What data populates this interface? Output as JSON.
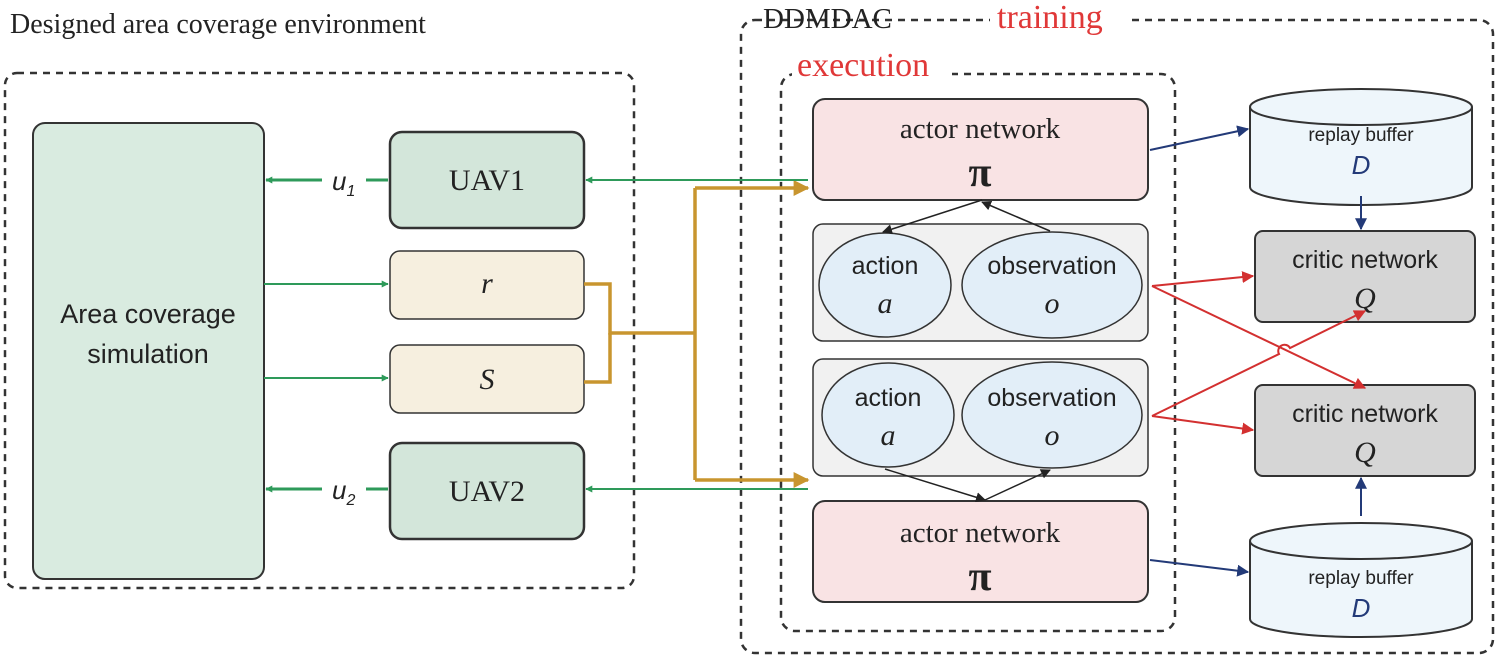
{
  "env": {
    "title": "Designed area coverage environment",
    "simulation": [
      "Area coverage",
      "simulation"
    ],
    "uav1": "UAV1",
    "uav2": "UAV2",
    "r": "r",
    "s": "S",
    "u1": "u",
    "u1_sub": "1",
    "u2": "u",
    "u2_sub": "2"
  },
  "ddmdac": {
    "title": "DDMDAC",
    "training": "training",
    "execution": "execution",
    "actor_label": "actor network",
    "pi": "π",
    "action_label": "action",
    "action_var": "a",
    "observation_label": "observation",
    "observation_var": "o",
    "critic_label": "critic network",
    "critic_var": "Q",
    "buffer_label": "replay buffer",
    "buffer_var": "D"
  },
  "colors": {
    "sim_fill": "#d9ebe0",
    "uav_fill": "#d3e6da",
    "rs_fill": "#f6efdf",
    "actor_fill": "#f9e3e4",
    "group_fill": "#f1f1f1",
    "ellipse_fill": "#e2eef8",
    "critic_fill": "#d6d6d6",
    "buffer_fill": "#eef6fb",
    "green": "#2e9a5a",
    "gold": "#c8952f",
    "red": "#d33030",
    "navy": "#233a78",
    "red_text": "#e03838"
  }
}
